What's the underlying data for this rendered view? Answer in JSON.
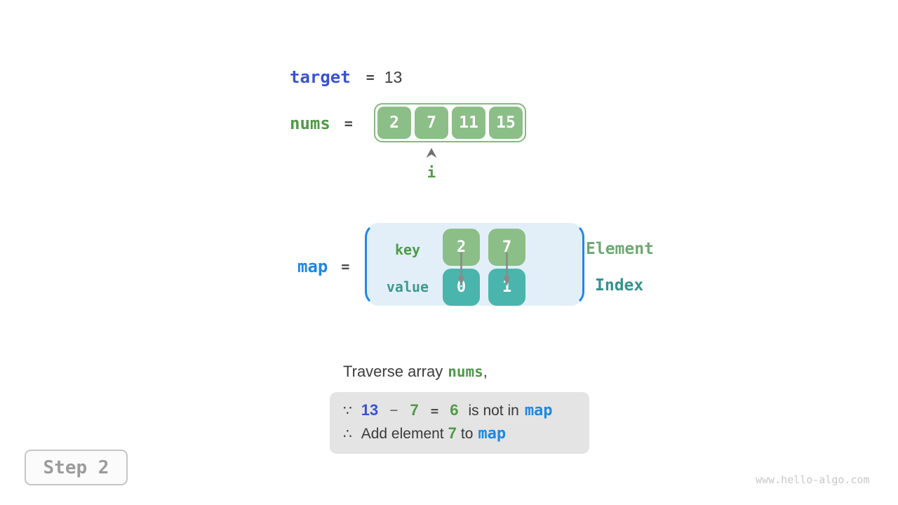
{
  "colors": {
    "accent_blue": "#1e88e5",
    "royal_blue": "#3b52d4",
    "green_text": "#4f9a47",
    "green_cell": "#8cbe87",
    "teal_cell": "#4ab5ad",
    "teal_text": "#3d9a8d",
    "map_box_bg": "#e2eff8",
    "note_box_bg": "#e4e4e4"
  },
  "target": {
    "keyword": "target",
    "equals": "=",
    "value": "13"
  },
  "nums": {
    "label": "nums",
    "equals": "=",
    "cells": [
      "2",
      "7",
      "11",
      "15"
    ],
    "pointer": "i"
  },
  "map": {
    "label": "map",
    "equals": "=",
    "key_label": "key",
    "value_label": "value",
    "entries": [
      {
        "key": "2",
        "value": "0"
      },
      {
        "key": "7",
        "value": "1"
      }
    ],
    "element_label": "Element",
    "index_label": "Index"
  },
  "caption": {
    "prefix": "Traverse array",
    "highlight": "nums",
    "suffix": ","
  },
  "note": {
    "line1": {
      "symbol": "∵",
      "minuend": "13",
      "minus": "−",
      "subtrahend": "7",
      "equals": "=",
      "difference": "6",
      "text": "is not in",
      "map": "map"
    },
    "line2": {
      "symbol": "∴",
      "text1": "Add element",
      "number": "7",
      "text2": "to",
      "map": "map"
    }
  },
  "step": {
    "label": "Step 2"
  },
  "watermark": "www.hello-algo.com"
}
